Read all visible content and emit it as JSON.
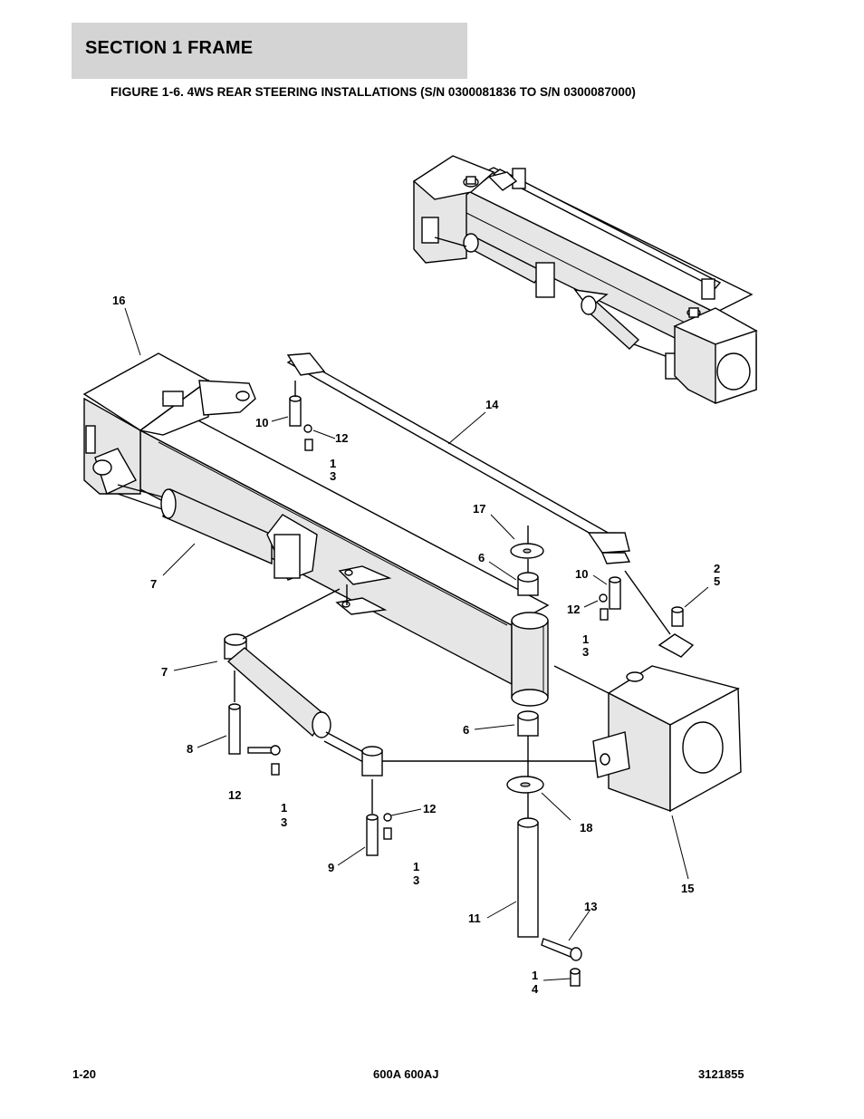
{
  "header": {
    "section_title": "SECTION 1  FRAME"
  },
  "figure": {
    "number": "FIGURE 1-6.",
    "title": "4WS REAR STEERING INSTALLATIONS (S/N 0300081836 TO S/N 0300087000)"
  },
  "callouts": [
    {
      "id": "c16",
      "text": "16"
    },
    {
      "id": "c14",
      "text": "14"
    },
    {
      "id": "c10a",
      "text": "10"
    },
    {
      "id": "c12a",
      "text": "12"
    },
    {
      "id": "c1a",
      "text": "1"
    },
    {
      "id": "c3a",
      "text": "3"
    },
    {
      "id": "c17",
      "text": "17"
    },
    {
      "id": "c6a",
      "text": "6"
    },
    {
      "id": "c10b",
      "text": "10"
    },
    {
      "id": "c2",
      "text": "2"
    },
    {
      "id": "c5",
      "text": "5"
    },
    {
      "id": "c12b",
      "text": "12"
    },
    {
      "id": "c1b",
      "text": "1"
    },
    {
      "id": "c3b",
      "text": "3"
    },
    {
      "id": "c7a",
      "text": "7"
    },
    {
      "id": "c7b",
      "text": "7"
    },
    {
      "id": "c6b",
      "text": "6"
    },
    {
      "id": "c8",
      "text": "8"
    },
    {
      "id": "c12c",
      "text": "12"
    },
    {
      "id": "c1c",
      "text": "1"
    },
    {
      "id": "c3c",
      "text": "3"
    },
    {
      "id": "c12d",
      "text": "12"
    },
    {
      "id": "c18",
      "text": "18"
    },
    {
      "id": "c9",
      "text": "9"
    },
    {
      "id": "c1d",
      "text": "1"
    },
    {
      "id": "c3d",
      "text": "3"
    },
    {
      "id": "c15",
      "text": "15"
    },
    {
      "id": "c13",
      "text": "13"
    },
    {
      "id": "c11",
      "text": "11"
    },
    {
      "id": "c1e",
      "text": "1"
    },
    {
      "id": "c4",
      "text": "4"
    }
  ],
  "footer": {
    "page_number": "1-20",
    "model": "600A 600AJ",
    "manual_number": "3121855"
  }
}
